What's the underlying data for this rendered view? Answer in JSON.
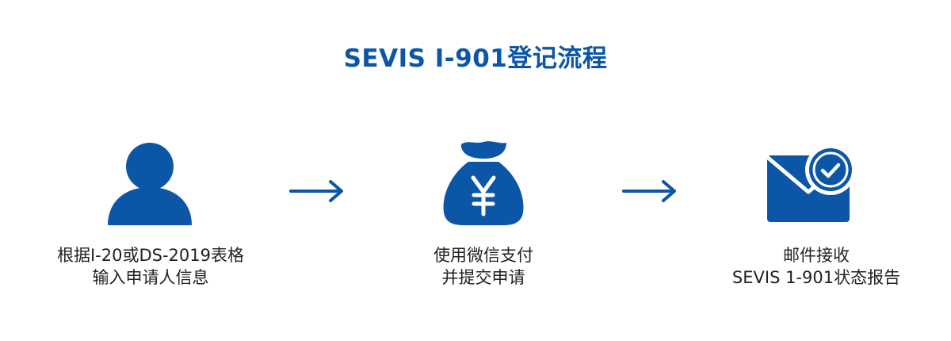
{
  "title": "SEVIS I-901登记流程",
  "colors": {
    "brand_blue": "#0b56a6",
    "text": "#222222",
    "background": "#ffffff"
  },
  "steps": [
    {
      "icon": "person-icon",
      "lines": [
        "根据I-20或DS-2019表格",
        "输入申请人信息"
      ]
    },
    {
      "icon": "money-bag-yen-icon",
      "lines": [
        "使用微信支付",
        "并提交申请"
      ]
    },
    {
      "icon": "envelope-check-icon",
      "lines": [
        "邮件接收",
        "SEVIS 1-901状态报告"
      ]
    }
  ],
  "connectors": [
    "arrow-right-icon",
    "arrow-right-icon"
  ]
}
